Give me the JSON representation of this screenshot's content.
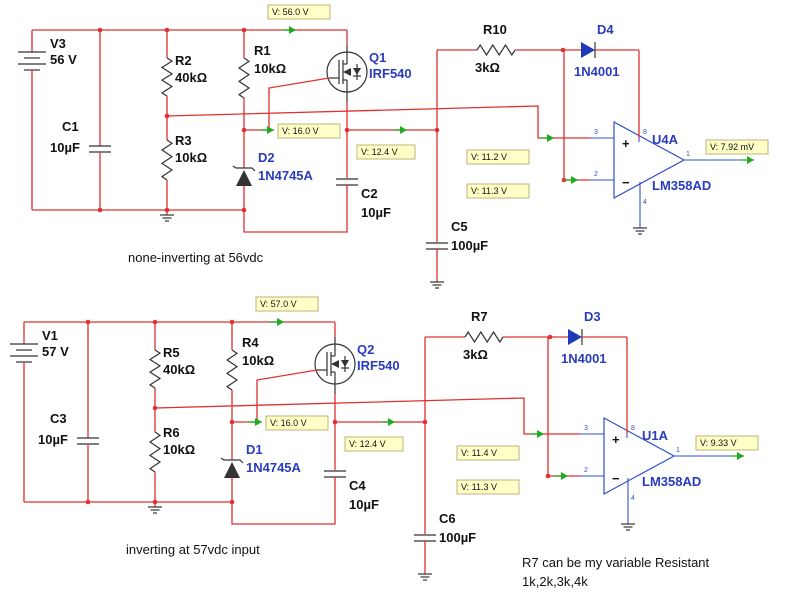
{
  "circuits": [
    {
      "title": "none-inverting at 56vdc",
      "source": {
        "ref": "V3",
        "value": "56 V"
      },
      "cap_in": {
        "ref": "C1",
        "value": "10µF"
      },
      "r_top": {
        "ref": "R2",
        "value": "40kΩ"
      },
      "r_bot": {
        "ref": "R3",
        "value": "10kΩ"
      },
      "r_gate": {
        "ref": "R1",
        "value": "10kΩ"
      },
      "zener": {
        "ref": "D2",
        "value": "1N4745A"
      },
      "mosfet": {
        "ref": "Q1",
        "value": "IRF540"
      },
      "cap_out": {
        "ref": "C2",
        "value": "10µF"
      },
      "r_series": {
        "ref": "R10",
        "value": "3kΩ"
      },
      "cap_filter": {
        "ref": "C5",
        "value": "100µF"
      },
      "diode": {
        "ref": "D4",
        "value": "1N4001"
      },
      "opamp": {
        "ref": "U4A",
        "value": "LM358AD"
      },
      "probes": {
        "supply": "V: 56.0 V",
        "zener": "V: 16.0 V",
        "source": "V: 12.4 V",
        "in_plus": "V: 11.2 V",
        "in_minus": "V: 11.3 V",
        "output": "V: 7.92 mV"
      }
    },
    {
      "title": "inverting at 57vdc input",
      "source": {
        "ref": "V1",
        "value": "57 V"
      },
      "cap_in": {
        "ref": "C3",
        "value": "10µF"
      },
      "r_top": {
        "ref": "R5",
        "value": "40kΩ"
      },
      "r_bot": {
        "ref": "R6",
        "value": "10kΩ"
      },
      "r_gate": {
        "ref": "R4",
        "value": "10kΩ"
      },
      "zener": {
        "ref": "D1",
        "value": "1N4745A"
      },
      "mosfet": {
        "ref": "Q2",
        "value": "IRF540"
      },
      "cap_out": {
        "ref": "C4",
        "value": "10µF"
      },
      "r_series": {
        "ref": "R7",
        "value": "3kΩ"
      },
      "cap_filter": {
        "ref": "C6",
        "value": "100µF"
      },
      "diode": {
        "ref": "D3",
        "value": "1N4001"
      },
      "opamp": {
        "ref": "U1A",
        "value": "LM358AD"
      },
      "probes": {
        "supply": "V: 57.0 V",
        "zener": "V: 16.0 V",
        "source": "V: 12.4 V",
        "in_plus": "V: 11.4 V",
        "in_minus": "V: 11.3 V",
        "output": "V: 9.33 V"
      }
    }
  ],
  "pins": {
    "out": "1",
    "plus": "3",
    "minus": "2",
    "vcc": "8",
    "gnd": "4",
    "plus_sign": "+",
    "minus_sign": "−"
  },
  "note": {
    "line1": "R7 can be my variable Resistant",
    "line2": "1k,2k,3k,4k"
  },
  "colors": {
    "wire": "#e03030",
    "component": "#333333",
    "opamp_wire": "#3050c8",
    "label_blue": "#2a3cbe",
    "probe_fill": "#ffffc8",
    "probe_arrow": "#22aa22"
  }
}
